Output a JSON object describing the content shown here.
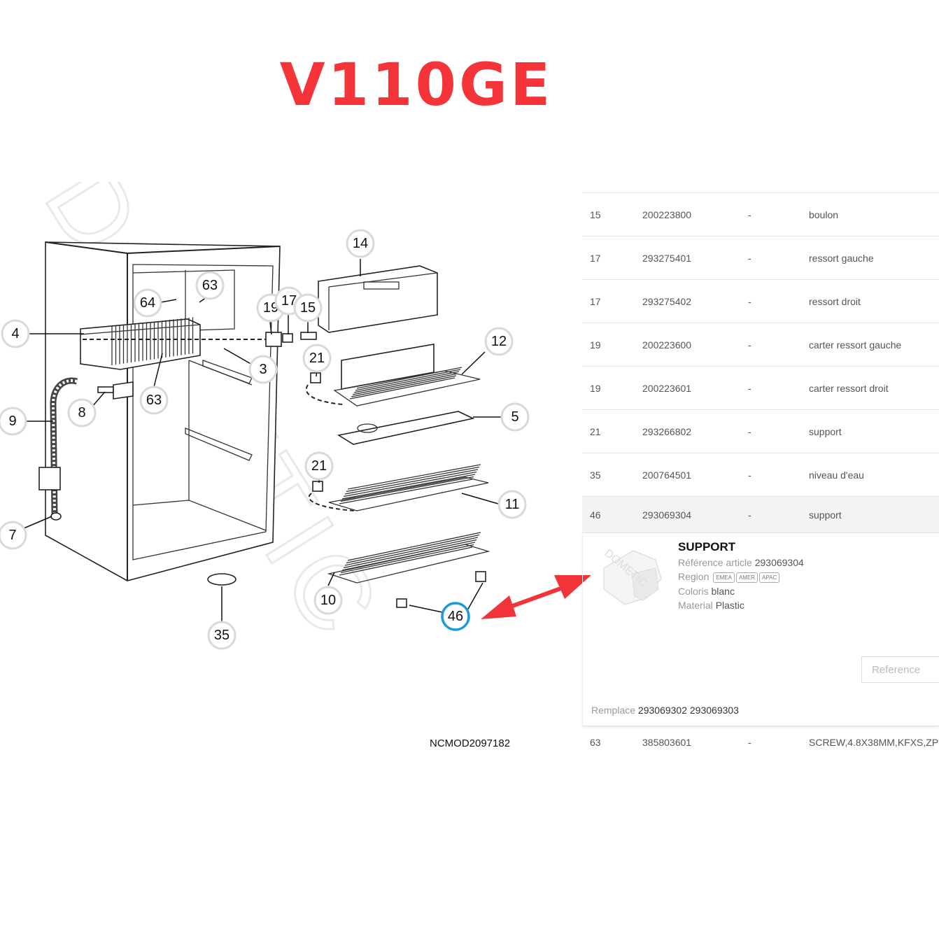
{
  "title": "V110GE",
  "watermark": "DOMETIC",
  "drawing_code": "NCMOD2097182",
  "callouts": [
    "14",
    "63",
    "64",
    "19",
    "17",
    "15",
    "4",
    "3",
    "12",
    "21",
    "8",
    "63",
    "9",
    "5",
    "21",
    "11",
    "7",
    "10",
    "46",
    "35"
  ],
  "parts": [
    {
      "pos": "15",
      "ref": "200223800",
      "dash": "-",
      "desc": "boulon"
    },
    {
      "pos": "17",
      "ref": "293275401",
      "dash": "-",
      "desc": "ressort gauche"
    },
    {
      "pos": "17",
      "ref": "293275402",
      "dash": "-",
      "desc": "ressort droit"
    },
    {
      "pos": "19",
      "ref": "200223600",
      "dash": "-",
      "desc": "carter ressort gauche"
    },
    {
      "pos": "19",
      "ref": "200223601",
      "dash": "-",
      "desc": "carter ressort droit"
    },
    {
      "pos": "21",
      "ref": "293266802",
      "dash": "-",
      "desc": "support"
    },
    {
      "pos": "35",
      "ref": "200764501",
      "dash": "-",
      "desc": "niveau d'eau"
    }
  ],
  "selected": {
    "pos": "46",
    "ref": "293069304",
    "dash": "-",
    "desc": "support"
  },
  "detail": {
    "name": "SUPPORT",
    "article_label": "Référence article",
    "article_value": "293069304",
    "region_label": "Region",
    "regions": [
      "EMEA",
      "AMER",
      "APAC"
    ],
    "color_label": "Coloris",
    "color_value": "blanc",
    "material_label": "Material",
    "material_value": "Plastic",
    "reference_placeholder": "Reference",
    "replaces_label": "Remplace",
    "replaces_value": "293069302 293069303",
    "thumb_watermark": "DOMETIC"
  },
  "last_row": {
    "pos": "63",
    "ref": "385803601",
    "dash": "-",
    "desc": "SCREW,4.8X38MM,KFXS,ZP"
  },
  "colors": {
    "title": "#f5343a",
    "arrow": "#f0343a",
    "active_callout": "#1a9bd7"
  }
}
